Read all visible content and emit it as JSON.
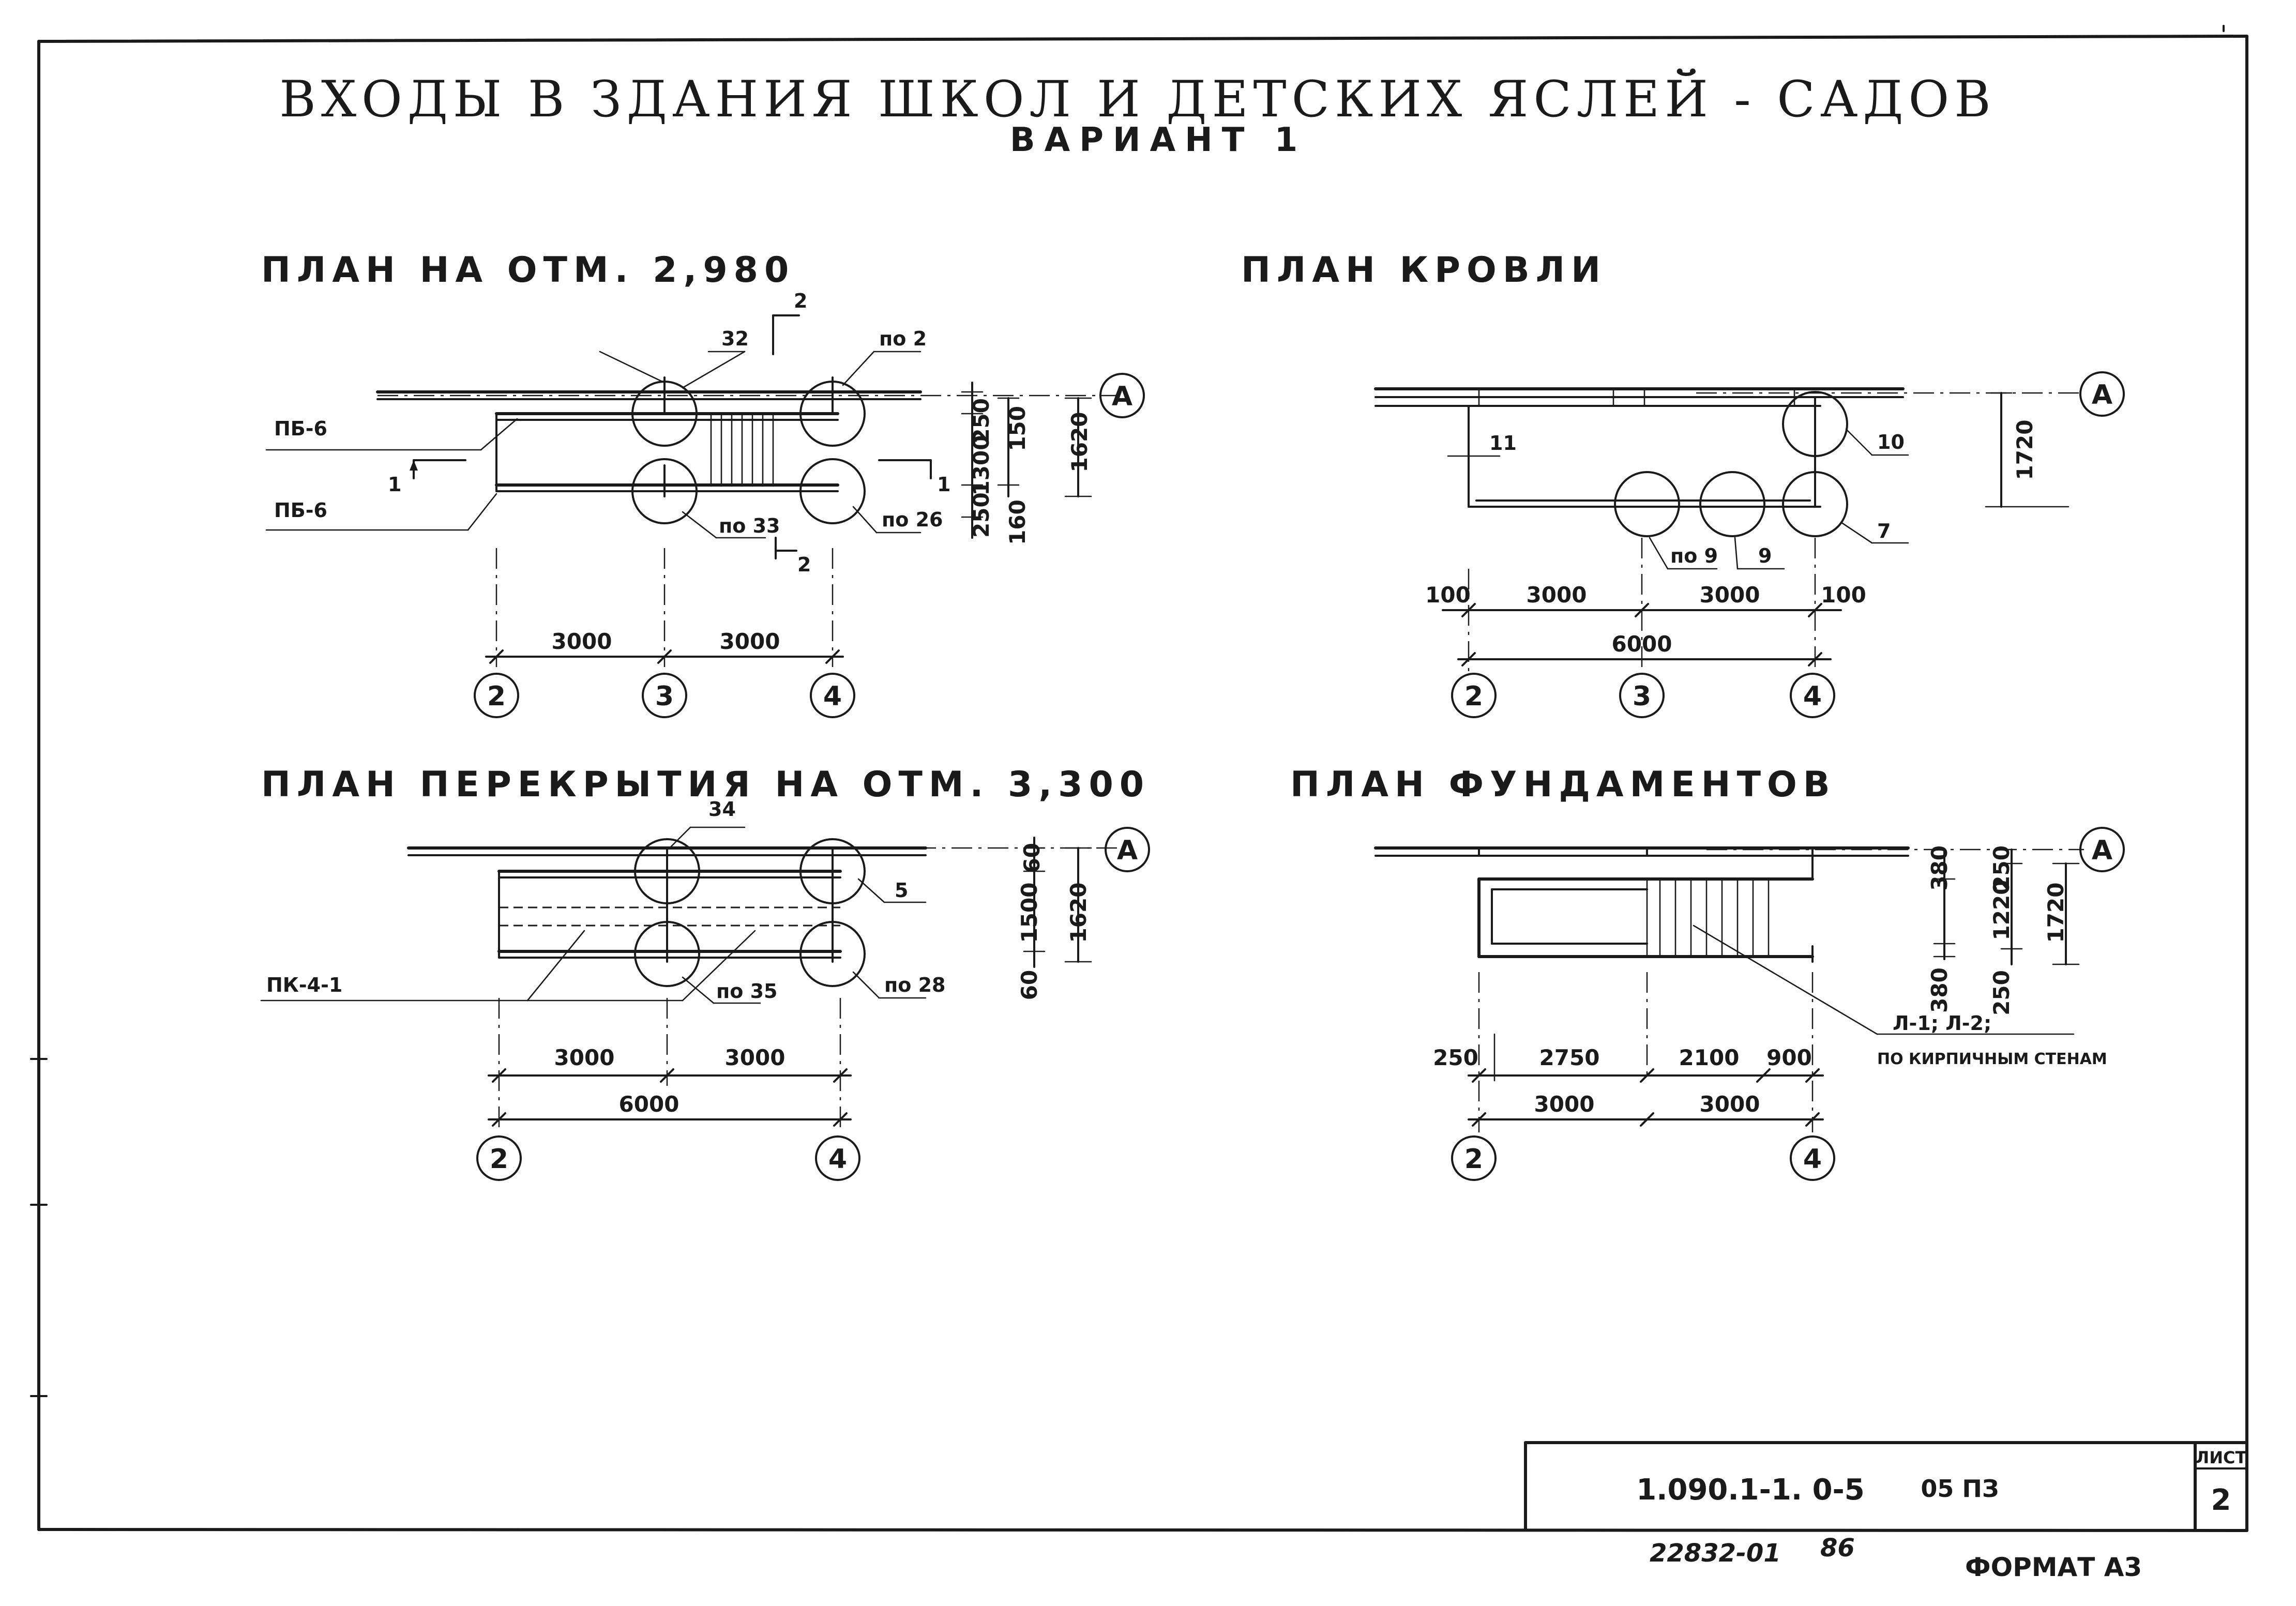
{
  "title": "ВХОДЫ В ЗДАНИЯ ШКОЛ И ДЕТСКИХ ЯСЛЕЙ - САДОВ",
  "subtitle": "ВАРИАНТ 1",
  "views": {
    "plan_298": {
      "title": "ПЛАН НА ОТМ. 2,980",
      "section_mark": "2",
      "section_cut_1": "1",
      "labels": {
        "p32": "32",
        "po2": "по 2",
        "pb6a": "ПБ-6",
        "pb6b": "ПБ-6",
        "po33": "по 33",
        "po26": "по 26"
      },
      "dims_h": [
        "3000",
        "3000"
      ],
      "dims_v": [
        "250",
        "150",
        "1300",
        "1620",
        "250",
        "160"
      ],
      "axes": [
        "2",
        "3",
        "4",
        "А"
      ]
    },
    "plan_roof": {
      "title": "ПЛАН КРОВЛИ",
      "labels": {
        "p11": "11",
        "p10": "10",
        "p7": "7",
        "po9": "по 9",
        "p9": "9"
      },
      "dims_h": [
        "100",
        "3000",
        "3000",
        "100",
        "6000"
      ],
      "dims_v": [
        "1720"
      ],
      "axes": [
        "2",
        "3",
        "4",
        "А"
      ]
    },
    "plan_floor": {
      "title": "ПЛАН ПЕРЕКРЫТИЯ НА ОТМ. 3,300",
      "labels": {
        "p34": "34",
        "p5": "5",
        "pk41": "ПК-4-1",
        "po35": "по 35",
        "po28": "по 28"
      },
      "dims_h": [
        "3000",
        "3000",
        "6000"
      ],
      "dims_v": [
        "60",
        "1500",
        "1620",
        "60"
      ],
      "axes": [
        "2",
        "4",
        "А"
      ]
    },
    "plan_found": {
      "title": "ПЛАН ФУНДАМЕНТОВ",
      "labels": {
        "l12": "Л-1; Л-2;",
        "walls": "ПО КИРПИЧНЫМ СТЕНАМ"
      },
      "dims_h": [
        "250",
        "2750",
        "2100",
        "900",
        "3000",
        "3000"
      ],
      "dims_v": [
        "380",
        "250",
        "1220",
        "1720",
        "380",
        "250"
      ],
      "axes": [
        "2",
        "4",
        "А"
      ]
    }
  },
  "title_block": {
    "code": "1.090.1-1. 0-5",
    "suffix": "05 ПЗ",
    "sheet_label": "ЛИСТ",
    "sheet_no": "2"
  },
  "footer": {
    "inv": "22832-01",
    "num": "86",
    "format": "ФОРМАТ А3"
  }
}
